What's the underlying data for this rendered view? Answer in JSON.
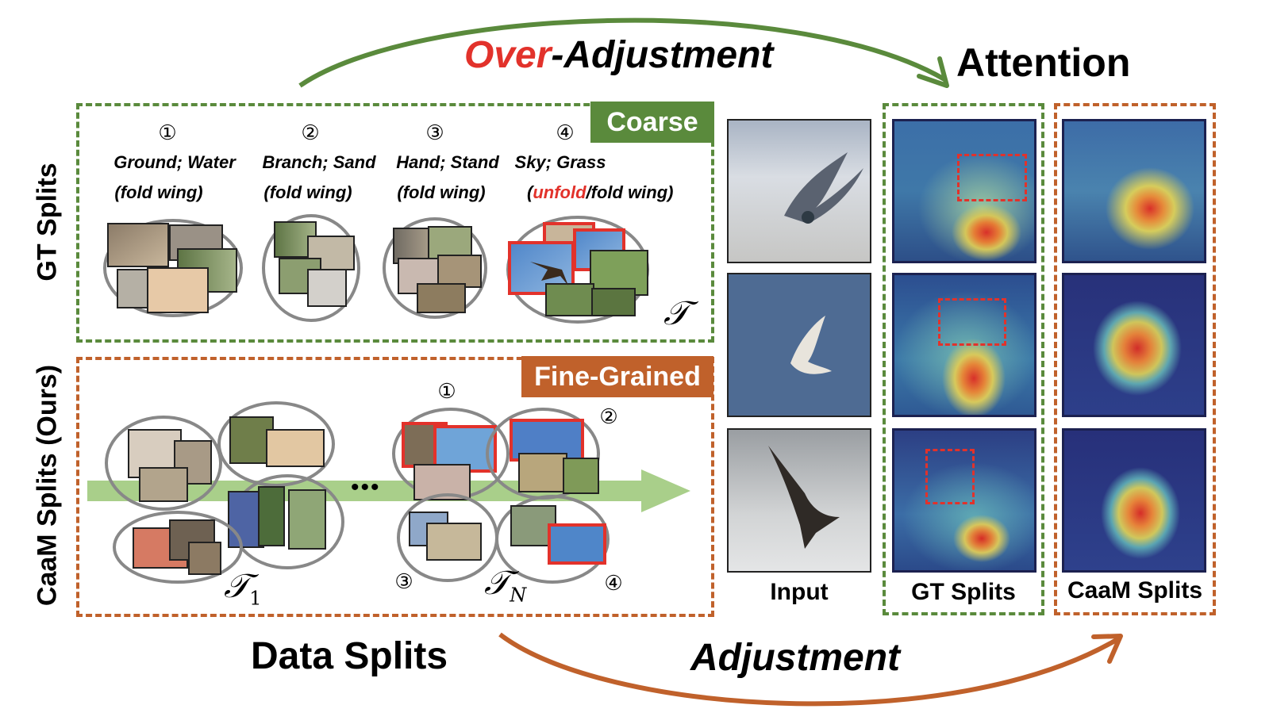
{
  "title": {
    "over": "Over",
    "rest": "-Adjustment"
  },
  "attention_title": "Attention",
  "bottom": {
    "data_splits": "Data Splits",
    "adjustment": "Adjustment"
  },
  "gt": {
    "side_label": "GT Splits",
    "tag": "Coarse",
    "groups": [
      {
        "num": "①",
        "line1": "Ground; Water",
        "line2": "(fold wing)"
      },
      {
        "num": "②",
        "line1": "Branch; Sand",
        "line2": "(fold wing)"
      },
      {
        "num": "③",
        "line1": "Hand; Stand",
        "line2": "(fold wing)"
      },
      {
        "num": "④",
        "line1": "Sky; Grass",
        "line2_red": "unfold",
        "line2_rest": "/fold wing)",
        "line2_open": "("
      }
    ],
    "math": "𝒯"
  },
  "caam": {
    "side_label": "CaaM Splits (Ours)",
    "tag": "Fine-Grained",
    "dots": "•••",
    "nums": [
      "①",
      "②",
      "③",
      "④"
    ],
    "math1": "𝒯",
    "sub1": "1",
    "mathN": "𝒯",
    "subN": "N"
  },
  "columns": {
    "input": "Input",
    "gt": "GT Splits",
    "caam": "CaaM Splits"
  },
  "colors": {
    "green": "#5a8a3c",
    "orange": "#c0612b",
    "red": "#e2322b",
    "arrow_light": "#a9cf8a"
  }
}
